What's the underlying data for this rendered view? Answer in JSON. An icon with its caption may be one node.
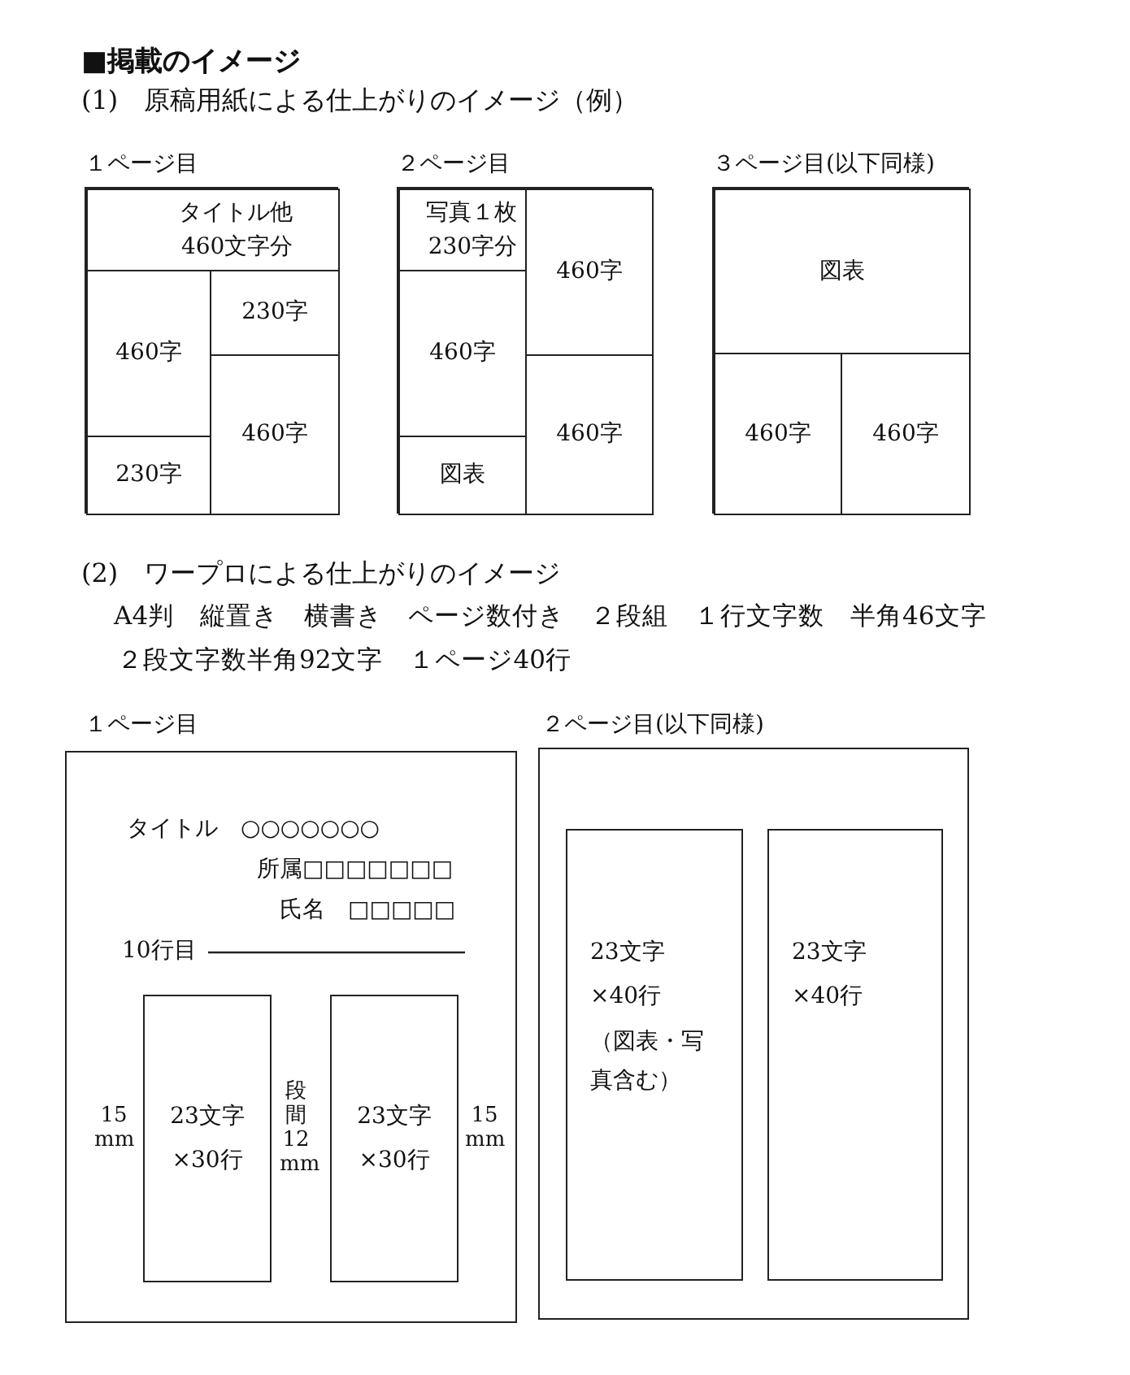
{
  "diagram": {
    "title": "■掲載のイメージ",
    "nodes": [
      {
        "text": [],
        "shape": "box",
        "beside": [
          "１ページ目"
        ]
      },
      {
        "text": [
          "タイトル他 460文字分"
        ],
        "in": 0
      },
      {
        "text": [
          "460字"
        ],
        "in": 0
      },
      {
        "text": [
          "230字"
        ],
        "in": 0
      },
      {
        "text": [
          "460字"
        ],
        "in": 0
      },
      {
        "text": [
          "230字"
        ],
        "in": 0
      },
      {
        "text": [],
        "shape": "box",
        "beside": [
          "２ページ目"
        ]
      },
      {
        "text": [
          "写真１枚 230字分"
        ],
        "in": 6
      },
      {
        "text": [
          "460字"
        ],
        "in": 6
      },
      {
        "text": [
          "460字"
        ],
        "in": 6
      },
      {
        "text": [
          "460字"
        ],
        "in": 6
      },
      {
        "text": [
          "図表"
        ],
        "in": 6
      },
      {
        "text": [],
        "shape": "box",
        "beside": [
          "３ページ目(以下同様)"
        ]
      },
      {
        "text": [
          "図表"
        ],
        "in": 12
      },
      {
        "text": [
          "460字"
        ],
        "in": 12
      },
      {
        "text": [
          "460字"
        ],
        "in": 12
      },
      {
        "text": [],
        "shape": "box",
        "beside": [
          "１ページ目"
        ]
      },
      {
        "text": [
          "23文字 ×30行"
        ],
        "in": 16
      },
      {
        "text": [
          "23文字 ×30行"
        ],
        "in": 16
      },
      {
        "text": [],
        "shape": "box",
        "beside": [
          "２ページ目(以下同様)"
        ]
      },
      {
        "text": [
          "23文字 ×40行",
          "（図表・写真含む）"
        ],
        "in": 19
      },
      {
        "text": [
          "23文字 ×40行"
        ],
        "in": 19
      }
    ],
    "edges": [],
    "labels": [
      "(1)　原稿用紙による仕上がりのイメージ（例）",
      "(2)　ワープロによる仕上がりのイメージ",
      "A4判　縦置き　横書き　ページ数付き　２段組　１行文字数　半角46文字",
      "２段文字数半角92文字　１ページ40行",
      "タイトル　○○○○○○○",
      "所属□□□□□□□",
      "氏名　□□□□□",
      "10行目",
      "15 mm",
      "段間 12 mm",
      "15 mm"
    ]
  }
}
